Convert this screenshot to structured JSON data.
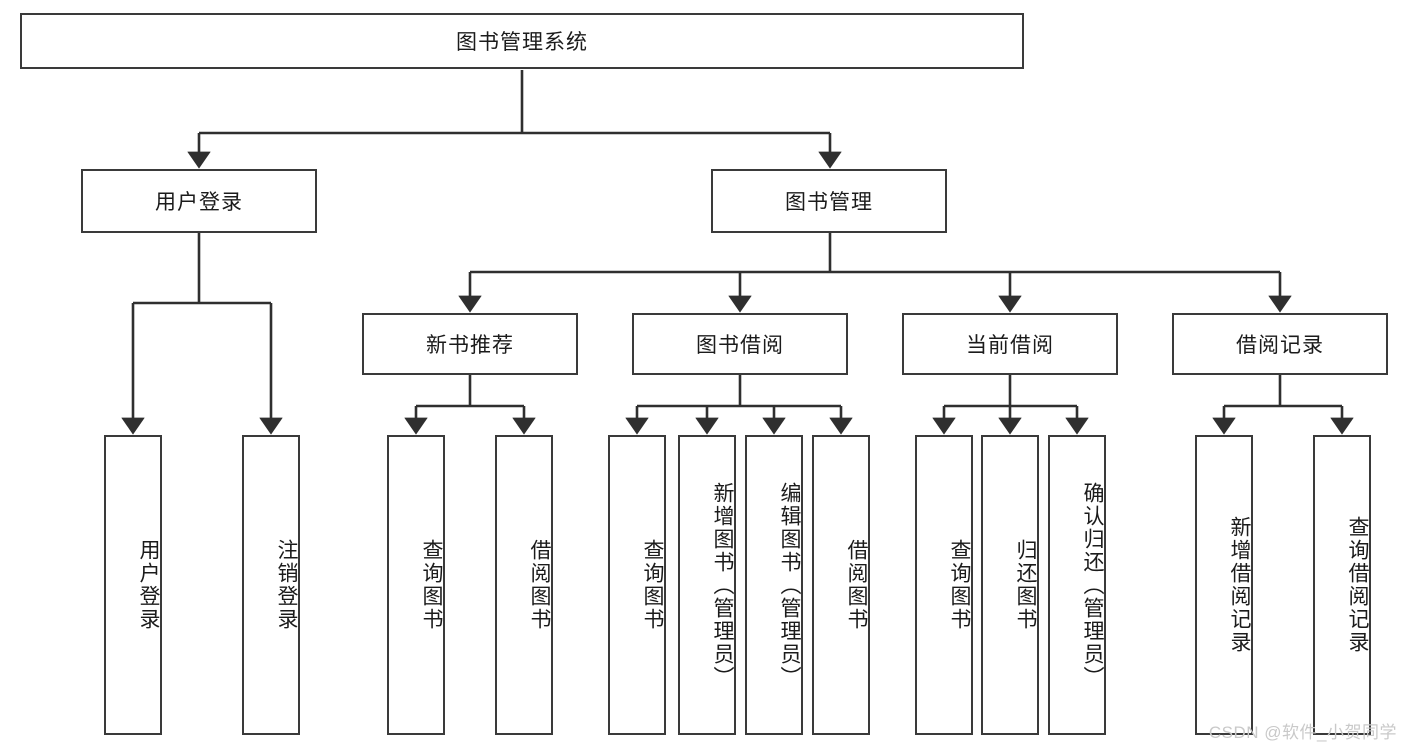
{
  "diagram": {
    "type": "tree",
    "title": "图书管理系统",
    "root": {
      "label": "图书管理系统"
    },
    "level2": [
      {
        "label": "用户登录"
      },
      {
        "label": "图书管理"
      }
    ],
    "level3": [
      {
        "label": "新书推荐"
      },
      {
        "label": "图书借阅"
      },
      {
        "label": "当前借阅"
      },
      {
        "label": "借阅记录"
      }
    ],
    "leaves": {
      "user_login": [
        {
          "label": "用户登录"
        },
        {
          "label": "注销登录"
        }
      ],
      "new_book": [
        {
          "label": "查询图书"
        },
        {
          "label": "借阅图书"
        }
      ],
      "book_borrow": [
        {
          "label": "查询图书"
        },
        {
          "label": "新增图书（管理员）"
        },
        {
          "label": "编辑图书（管理员）"
        },
        {
          "label": "借阅图书"
        }
      ],
      "current_borrow": [
        {
          "label": "查询图书"
        },
        {
          "label": "归还图书"
        },
        {
          "label": "确认归还（管理员）"
        }
      ],
      "borrow_record": [
        {
          "label": "新增借阅记录"
        },
        {
          "label": "查询借阅记录"
        }
      ]
    }
  },
  "watermark": {
    "text": "CSDN @软件_小贺同学"
  },
  "colors": {
    "border": "#3a3a3a",
    "background": "#ffffff",
    "text": "#1b1b1b",
    "watermark": "#c9c9c9"
  }
}
